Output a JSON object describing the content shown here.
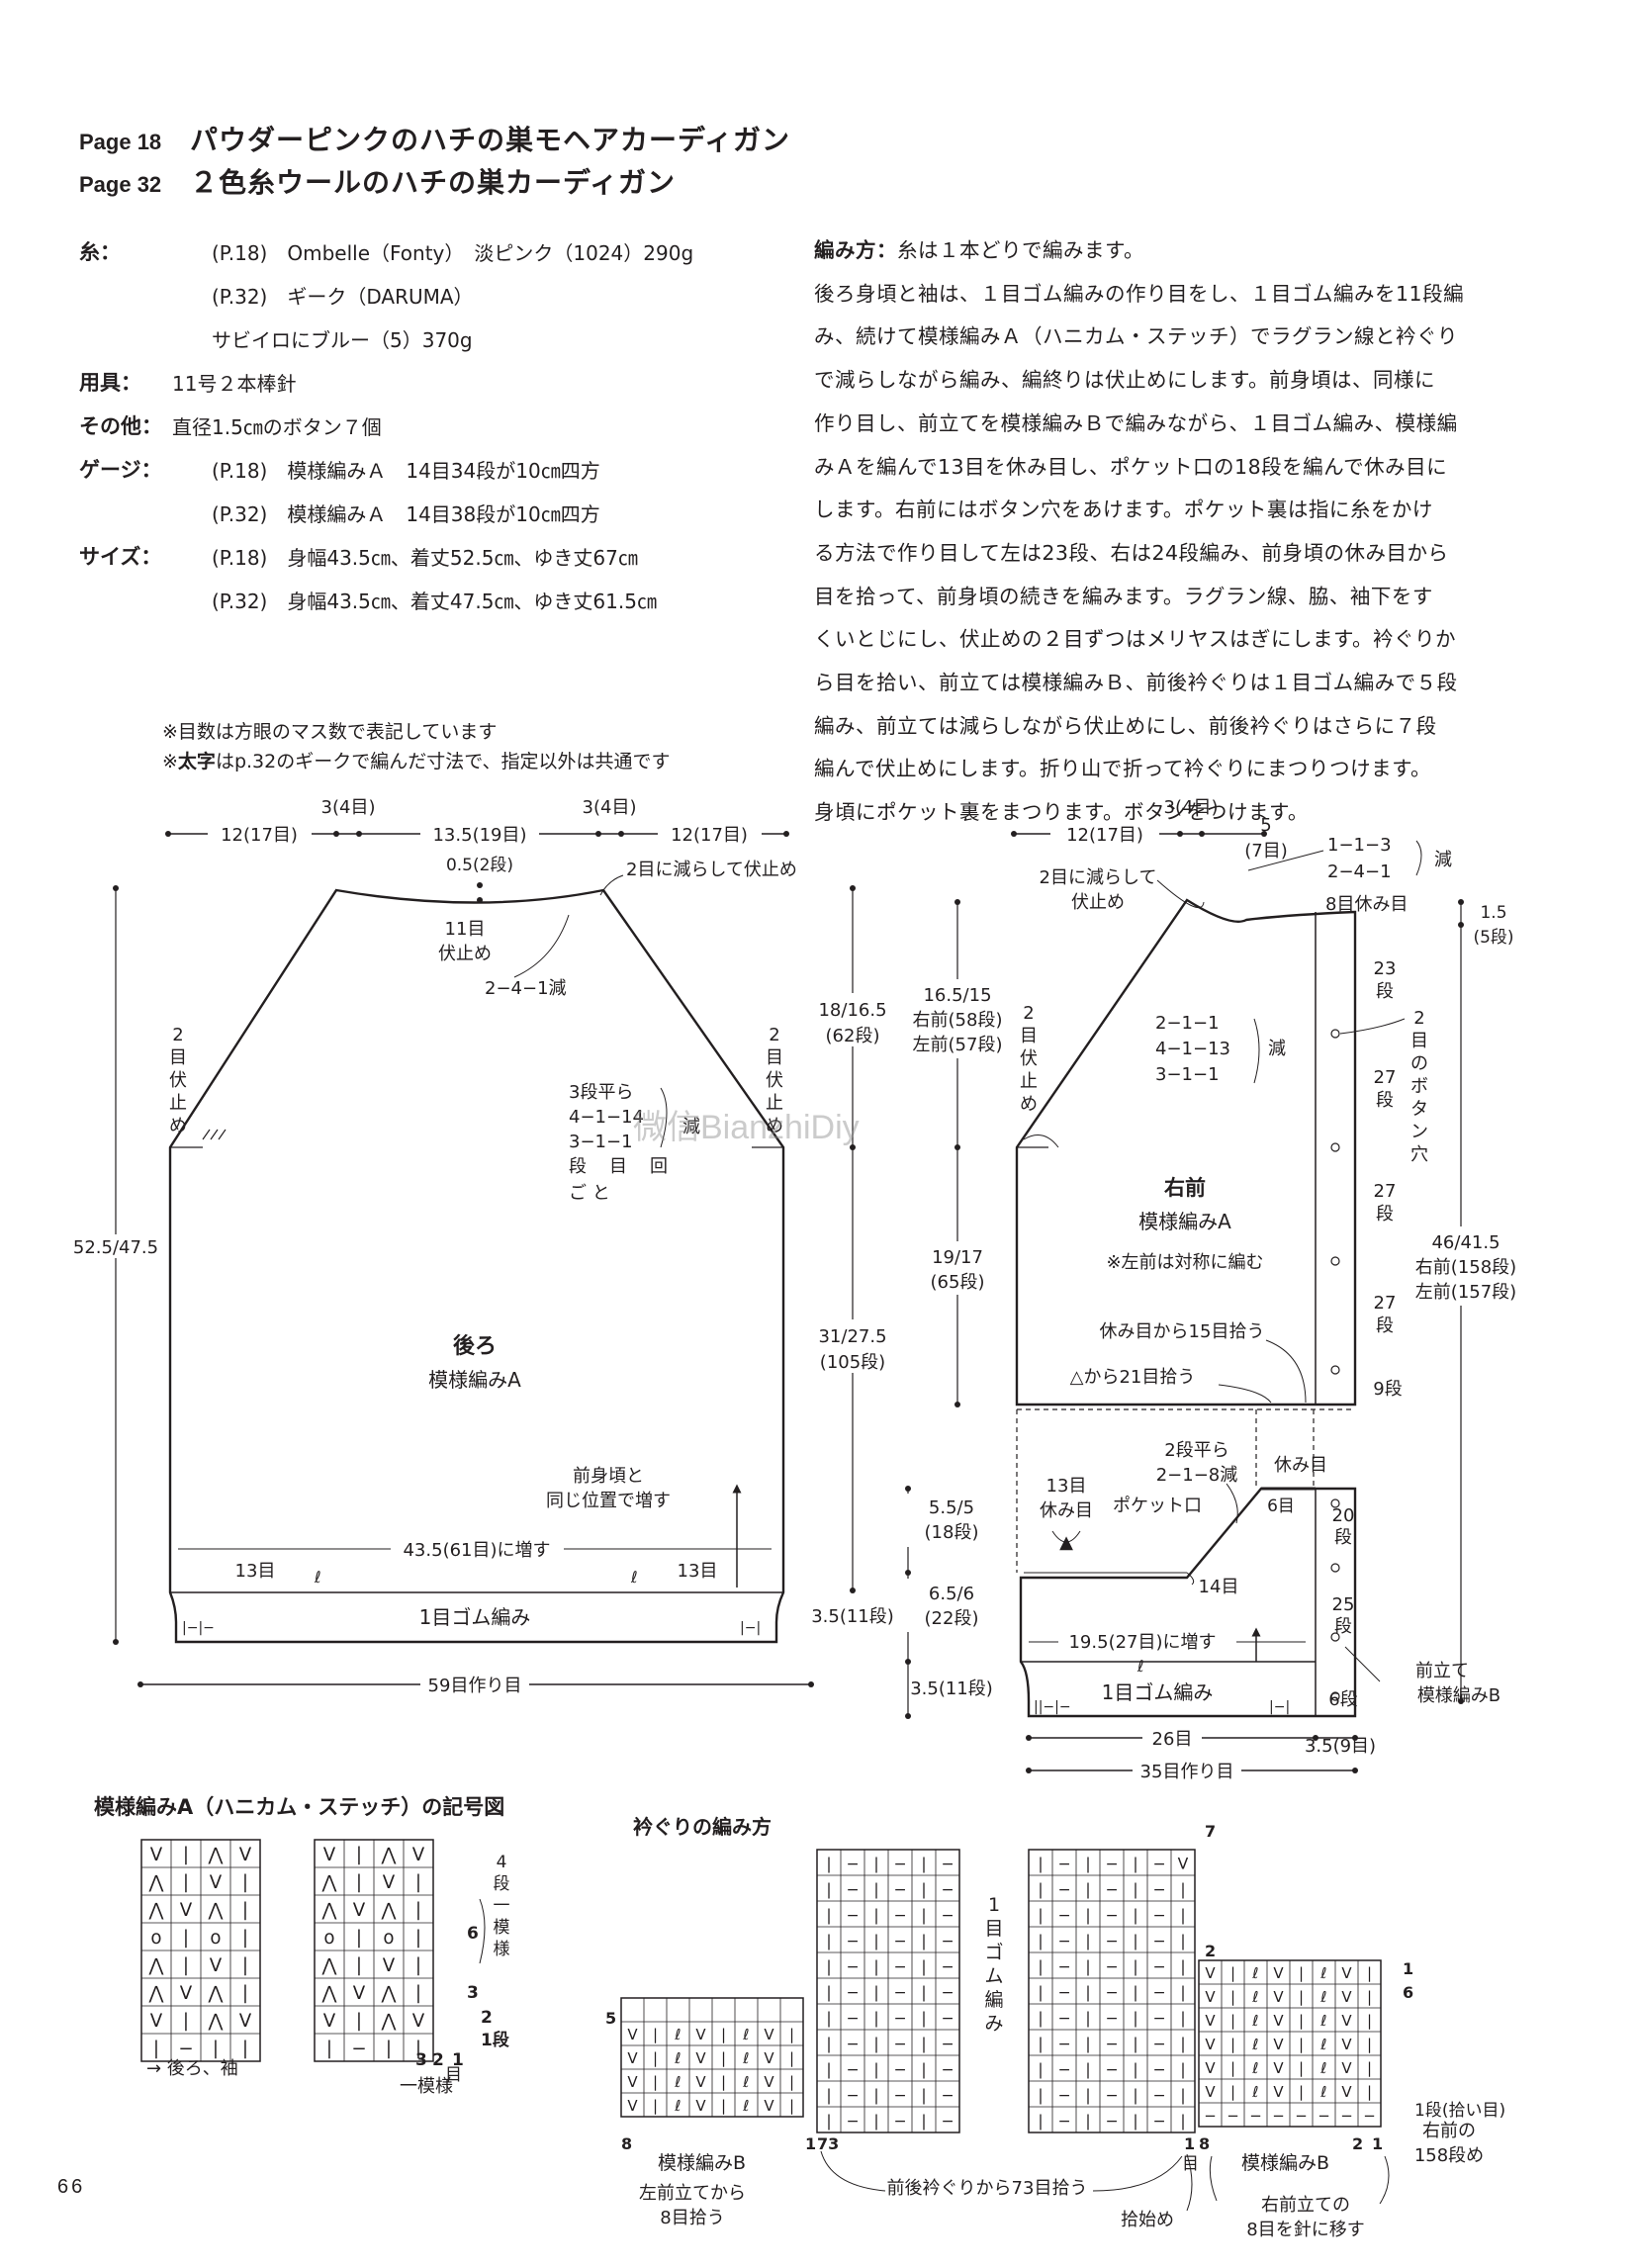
{
  "header": {
    "line1": {
      "page": "Page 18",
      "title": "パウダーピンクのハチの巣モヘアカーディガン"
    },
    "line2": {
      "page": "Page 32",
      "title": "２色糸ウールのハチの巣カーディガン"
    }
  },
  "materials": {
    "yarn_label": "糸：",
    "yarn_lines": [
      "(P.18)　Ombelle（Fonty）　淡ピンク（1024）290g",
      "(P.32)　ギーク（DARUMA）",
      "サビイロにブルー（5）370g"
    ],
    "tools_label": "用具：",
    "tools": "11号２本棒針",
    "other_label": "その他：",
    "other": "直径1.5㎝のボタン７個",
    "gauge_label": "ゲージ：",
    "gauge_lines": [
      "(P.18)　模様編みＡ　14目34段が10㎝四方",
      "(P.32)　模様編みＡ　14目38段が10㎝四方"
    ],
    "size_label": "サイズ：",
    "size_lines": [
      "(P.18)　身幅43.5㎝、着丈52.5㎝、ゆき丈67㎝",
      "(P.32)　身幅43.5㎝、着丈47.5㎝、ゆき丈61.5㎝"
    ]
  },
  "method": {
    "label": "編み方：",
    "lines": [
      "糸は１本どりで編みます。",
      "後ろ身頃と袖は、１目ゴム編みの作り目をし、１目ゴム編みを11段編",
      "み、続けて模様編みＡ（ハニカム・ステッチ）でラグラン線と衿ぐり",
      "で減らしながら編み、編終りは伏止めにします。前身頃は、同様に",
      "作り目し、前立てを模様編みＢで編みながら、１目ゴム編み、模様編",
      "みＡを編んで13目を休み目し、ポケット口の18段を編んで休み目に",
      "します。右前にはボタン穴をあけます。ポケット裏は指に糸をかけ",
      "る方法で作り目して左は23段、右は24段編み、前身頃の休み目から",
      "目を拾って、前身頃の続きを編みます。ラグラン線、脇、袖下をす",
      "くいとじにし、伏止めの２目ずつはメリヤスはぎにします。衿ぐりか",
      "ら目を拾い、前立ては模様編みＢ、前後衿ぐりは１目ゴム編みで５段",
      "編み、前立ては減らしながら伏止めにし、前後衿ぐりはさらに７段",
      "編んで伏止めにします。折り山で折って衿ぐりにまつりつけます。",
      "身頃にポケット裏をまつります。ボタンをつけます。"
    ]
  },
  "notes": {
    "line1": "※目数は方眼のマス数で表記しています",
    "line2_prefix": "※",
    "line2_bold": "太字",
    "line2_rest": "はp.32のギークで編んだ寸法で、指定以外は共通です"
  },
  "back": {
    "top_dims": [
      "12(17目)",
      "3(4目)",
      "13.5(19目)",
      "3(4目)",
      "12(17目)"
    ],
    "neck_rise": "0.5(2段)",
    "neck_dec": "2目に減らして伏止め",
    "bindoff": [
      "11目",
      "伏止め"
    ],
    "neck_curve": "2−4−1減",
    "left_bindoff": [
      "2",
      "目",
      "伏",
      "止",
      "め"
    ],
    "right_bindoff": [
      "2",
      "目",
      "伏",
      "止",
      "め"
    ],
    "raglan_dec": [
      "3段平ら",
      "4−1−14",
      "3−1−1"
    ],
    "raglan_dec_v": [
      "段",
      "目",
      "回"
    ],
    "raglan_dec_v2": "ご と",
    "raglan_dec_side": "減",
    "title": "後ろ",
    "pattern": "模様編みA",
    "height_total": "52.5/47.5",
    "height_raglan": [
      "18/16.5",
      "(62段)"
    ],
    "height_body": [
      "31/27.5",
      "(105段)"
    ],
    "rib_height": "3.5(11段)",
    "increase_note": [
      "前身頃と",
      "同じ位置で増す"
    ],
    "increase": "43.5(61目)に増す",
    "side_13": "13目",
    "rib": "1目ゴム編み",
    "cast_on": "59目作り目"
  },
  "front": {
    "top_dims": [
      "12(17目)",
      "3(4目)",
      "5",
      "(7目)"
    ],
    "shoulder_dec": [
      "1−1−3",
      "2−4−1"
    ],
    "dec_label": "減",
    "neck_note": [
      "2目に減らして",
      "伏止め"
    ],
    "hold": "8目休み目",
    "raglan_h": [
      "16.5/15",
      "右前(58段)",
      "左前(57段)"
    ],
    "raglan_dec": [
      "2−1−1",
      "4−1−13",
      "3−1−1"
    ],
    "raglan_dec_label": "減",
    "bindoff_v": [
      "2",
      "目",
      "伏",
      "止",
      "め"
    ],
    "rows": [
      "23",
      "段",
      "27",
      "段",
      "27",
      "段",
      "27",
      "段",
      "9段"
    ],
    "buttonhole": [
      "2",
      "目",
      "の",
      "ボ",
      "タ",
      "ン",
      "穴"
    ],
    "right_1_5": [
      "1.5",
      "(5段)"
    ],
    "height_total": [
      "46/41.5",
      "右前(158段)",
      "左前(157段)"
    ],
    "title": "右前",
    "pattern": "模様編みA",
    "symmetric": "※左前は対称に編む",
    "body_h": [
      "19/17",
      "(65段)"
    ],
    "pickup1": "休み目から15目拾う",
    "pickup2": "△から21目拾う",
    "pocket_dec": [
      "2段平ら",
      "2−1−8減"
    ],
    "pocket_hold": "休み目",
    "pocket_6": "6目",
    "hold13": [
      "13目",
      "休み目"
    ],
    "pocket_mouth": "ポケット口",
    "triangle": "▲",
    "mark14": "14目",
    "h55": [
      "5.5/5",
      "(18段)"
    ],
    "h65": [
      "6.5/6",
      "(22段)"
    ],
    "h35": [
      "3.5(11段)"
    ],
    "increase": "19.5(27目)に増す",
    "rib": "1目ゴム編み",
    "pocket_rows": [
      "20",
      "段",
      "25",
      "段",
      "6段"
    ],
    "placket": [
      "前立て",
      "模様編みB"
    ],
    "bottom_26": "26目",
    "bottom_35": "3.5(9目)",
    "cast_on": "35目作り目"
  },
  "chart_a": {
    "title": "模様編みA（ハニカム・ステッチ）の記号図",
    "arrow": "→ 後ろ、袖",
    "repeat_rows": [
      "4",
      "段",
      "一",
      "模",
      "様"
    ],
    "row_nums": [
      "6",
      "3",
      "2",
      "1段"
    ],
    "col_nums": [
      "3",
      "2",
      "1"
    ],
    "col_label": "一模様",
    "col_unit": "目"
  },
  "collar": {
    "title": "衿ぐりの編み方",
    "rib_v": [
      "1",
      "目",
      "ゴ",
      "ム",
      "編",
      "み"
    ],
    "num7": "7",
    "num5": "5",
    "num2": "2",
    "num1": "1",
    "num6": "6",
    "num8a": "8",
    "num1a": "1",
    "num73": "73",
    "num1b": "1",
    "num8b": "8",
    "num2b": "2",
    "num1c": "1",
    "row_pick": "1段(拾い目)",
    "pattern_b1": "模様編みB",
    "pattern_b2": "模様編みB",
    "left_pick": [
      "左前立てから",
      "8目拾う"
    ],
    "back_pick": "前後衿ぐりから73目拾う",
    "start": "拾始め",
    "right_move": [
      "右前立ての",
      "8目を針に移す"
    ],
    "right_158": [
      "右前の",
      "158段め"
    ],
    "eye": "目"
  },
  "watermark": "微信BianzhiDiy",
  "page_number": "66"
}
